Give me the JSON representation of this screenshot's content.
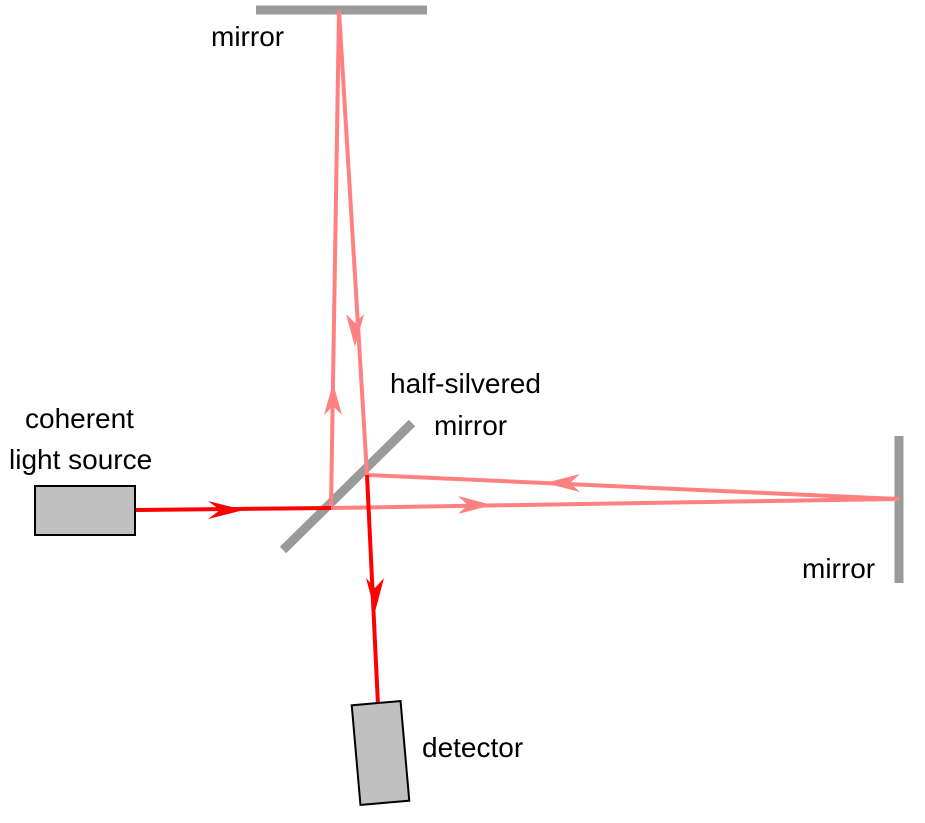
{
  "labels": {
    "top_mirror": "mirror",
    "right_mirror": "mirror",
    "half_silvered_line1": "half-silvered",
    "half_silvered_line2": "mirror",
    "source_line1": "coherent",
    "source_line2": "light source",
    "detector": "detector"
  },
  "colors": {
    "beam_strong": "#ff0000",
    "beam_faint": "#ff8080",
    "mirror": "#9a9a9a",
    "component_fill": "#c0c0c0",
    "component_stroke": "#000000"
  }
}
